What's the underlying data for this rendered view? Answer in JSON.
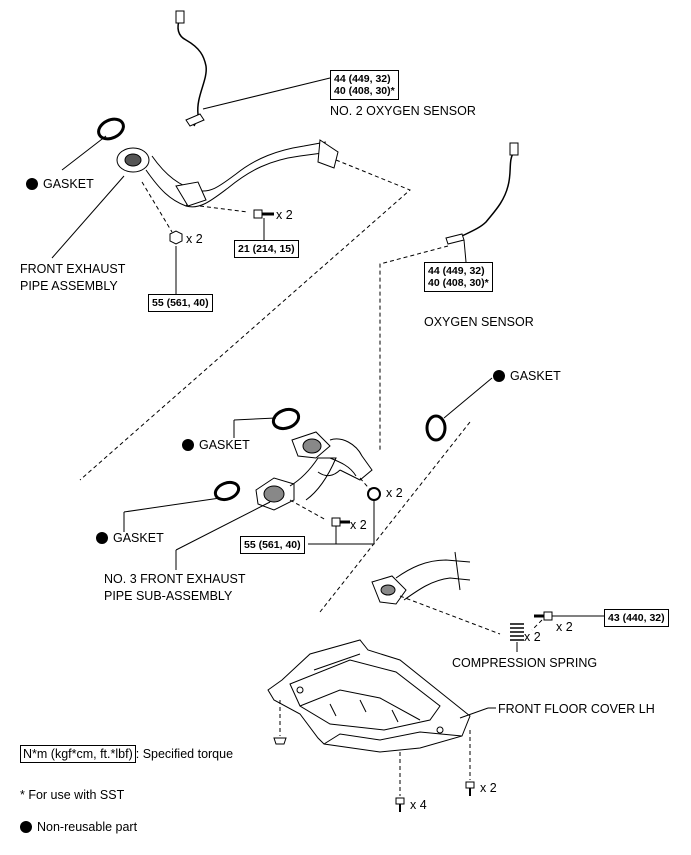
{
  "labels": {
    "no2_oxygen_sensor": "NO. 2 OXYGEN SENSOR",
    "oxygen_sensor": "OXYGEN SENSOR",
    "gasket": "GASKET",
    "front_exhaust_pipe_line1": "FRONT EXHAUST",
    "front_exhaust_pipe_line2": "PIPE ASSEMBLY",
    "no3_front_exhaust_line1": "NO. 3 FRONT EXHAUST",
    "no3_front_exhaust_line2": "PIPE SUB-ASSEMBLY",
    "compression_spring": "COMPRESSION SPRING",
    "front_floor_cover": "FRONT FLOOR COVER LH"
  },
  "torque": {
    "no2_sensor_line1": "44 (449, 32)",
    "no2_sensor_line2": "40 (408, 30)*",
    "sensor_line1": "44 (449, 32)",
    "sensor_line2": "40 (408, 30)*",
    "bolt_21": "21 (214, 15)",
    "nut_55_top": "55 (561, 40)",
    "nut_55_mid": "55 (561, 40)",
    "bolt_43": "43 (440, 32)"
  },
  "multipliers": {
    "x2": "x 2",
    "x4": "x 4"
  },
  "legend": {
    "torque_unit": "N*m (kgf*cm, ft.*lbf)",
    "torque_desc": ": Specified torque",
    "sst_note": "* For use with SST",
    "non_reusable": "Non-reusable part"
  }
}
